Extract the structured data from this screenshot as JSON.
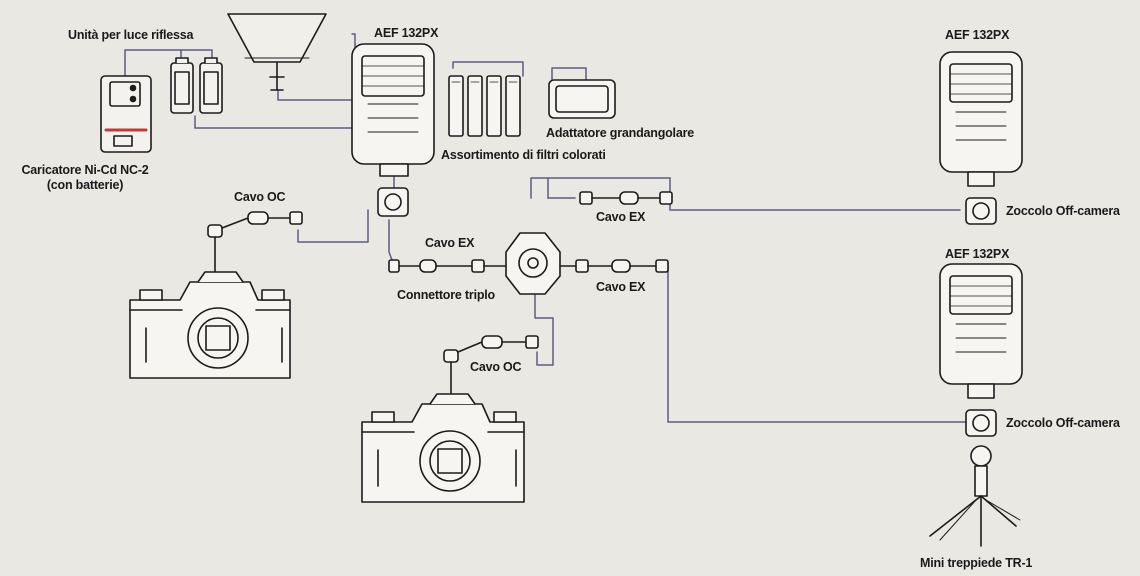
{
  "labels": {
    "reflector_unit": "Unità per luce riflessa",
    "flash_top": "AEF 132PX",
    "flash_right_top": "AEF 132PX",
    "flash_right_bottom": "AEF 132PX",
    "charger_line1": "Caricatore Ni-Cd NC-2",
    "charger_line2": "(con batterie)",
    "wide_adapter": "Adattatore grandangolare",
    "filters": "Assortimento di filtri colorati",
    "cable_oc_top": "Cavo OC",
    "cable_oc_bottom": "Cavo OC",
    "cable_ex_left": "Cavo EX",
    "cable_ex_top_right": "Cavo EX",
    "cable_ex_mid_right": "Cavo EX",
    "triple_connector": "Connettore triplo",
    "shoe_top": "Zoccolo Off-camera",
    "shoe_bottom": "Zoccolo Off-camera",
    "mini_tripod": "Mini treppiede TR-1"
  },
  "colors": {
    "line": "#1c1c1c",
    "background": "#e9e8e3",
    "cable": "#6a6a9a"
  }
}
